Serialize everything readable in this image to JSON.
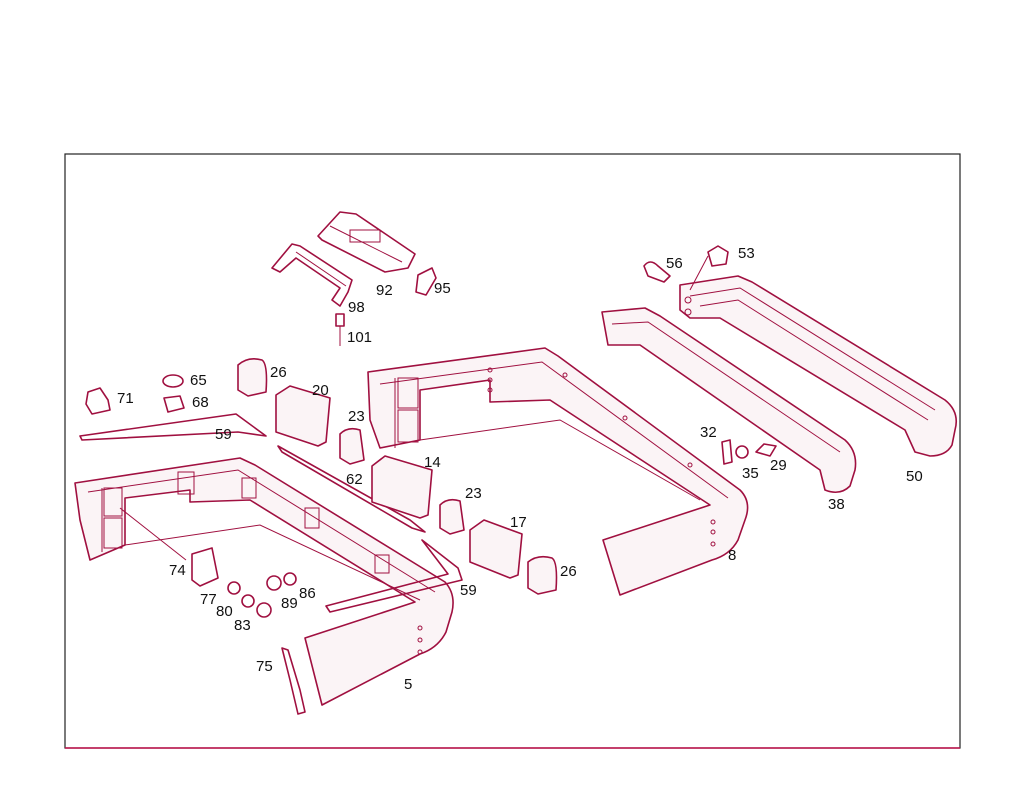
{
  "colors": {
    "line": "#a01040",
    "frame": "#222222",
    "text": "#111111"
  },
  "labels": [
    "5",
    "8",
    "14",
    "17",
    "20",
    "23",
    "23",
    "26",
    "26",
    "29",
    "32",
    "35",
    "38",
    "50",
    "53",
    "56",
    "59",
    "59",
    "62",
    "65",
    "68",
    "71",
    "74",
    "75",
    "77",
    "80",
    "83",
    "86",
    "89",
    "92",
    "95",
    "98",
    "101"
  ]
}
